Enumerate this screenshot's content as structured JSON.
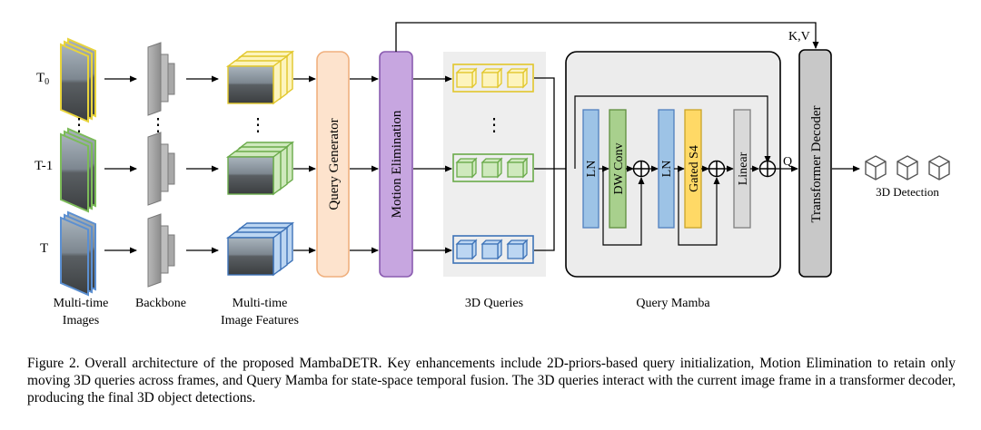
{
  "frames": {
    "t0": "T0",
    "t0_main": "T",
    "t0_sub": "0",
    "tm1": "T-1",
    "t": "T"
  },
  "labels": {
    "multi_time_images_1": "Multi-time",
    "multi_time_images_2": "Images",
    "backbone": "Backbone",
    "image_features_1": "Multi-time",
    "image_features_2": "Image Features",
    "query_generator": "Query Generator",
    "motion_elimination": "Motion Elimination",
    "queries_3d": "3D Queries",
    "query_mamba": "Query Mamba",
    "ln_a": "LN",
    "dw_conv": "DW Conv",
    "ln_b": "LN",
    "gated_s4": "Gated S4",
    "linear": "Linear",
    "q": "Q",
    "kv": "K,V",
    "transformer_decoder": "Transformer Decoder",
    "detection_3d": "3D Detection",
    "ellipsis": "⋮"
  },
  "colors": {
    "t0_frame": "#e8d43c",
    "tm1_frame": "#7cbb59",
    "t_frame": "#5b8fd1",
    "query_yellow_fill": "#fdf4bd",
    "query_yellow_edge": "#e2c72b",
    "query_green_fill": "#cfe9bd",
    "query_green_edge": "#6aaa4a",
    "query_blue_fill": "#bcd6f2",
    "query_blue_edge": "#3e73b8",
    "query_generator_fill": "#fde3cd",
    "query_generator_edge": "#f0b07e",
    "motion_elimination_fill": "#c7a6e0",
    "motion_elimination_edge": "#8a5bb0",
    "ln_fill": "#9dc3e6",
    "ln_edge": "#4f7fbf",
    "dw_conv_fill": "#a8d08d",
    "dw_conv_edge": "#5e8e3e",
    "gated_s4_fill": "#ffd966",
    "gated_s4_edge": "#c9a428",
    "linear_fill": "#d9d9d9",
    "linear_edge": "#7f7f7f",
    "decoder_fill": "#c8c8c8",
    "queries_panel_fill": "#eeeeee"
  },
  "icons": [
    "image-stack-icon",
    "backbone-icon",
    "feature-stack-icon",
    "query-cube-icon",
    "sum-node-icon",
    "detection-cube-icon"
  ],
  "caption": "Figure 2.  Overall architecture of the proposed MambaDETR. Key enhancements include 2D-priors-based query initialization, Motion Elimination to retain only moving 3D queries across frames, and Query Mamba for state-space temporal fusion. The 3D queries interact with the current image frame in a transformer decoder, producing the final 3D object detections."
}
